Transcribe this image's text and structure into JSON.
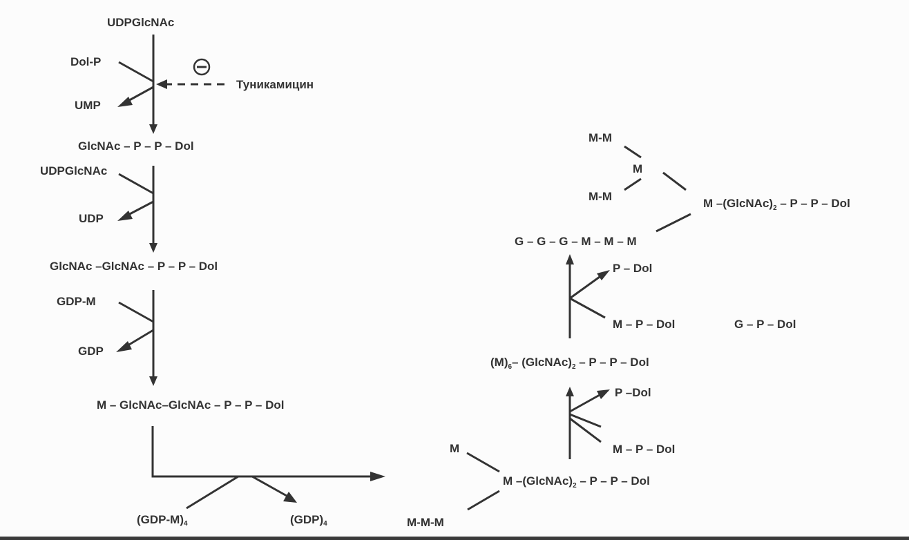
{
  "diagram": {
    "title": "Dolichol pathway of N-linked oligosaccharide precursor synthesis",
    "step1": {
      "substrate": "UDPGlcNAc",
      "cosubstrate": "Dol-P",
      "released": "UMP",
      "inhibitor": "Туникамицин",
      "inhibition_symbol": "−",
      "product": "GlcNAc – P – P – Dol"
    },
    "step2": {
      "cosubstrate": "UDPGlcNAc",
      "released": "UDP",
      "product": "GlcNAc –GlcNAc – P – P – Dol"
    },
    "step3": {
      "cosubstrate": "GDP-M",
      "released": "GDP",
      "product": "M – GlcNAc–GlcNAc – P – P – Dol"
    },
    "step4": {
      "cosubstrate_main": "(GDP-M)",
      "cosubstrate_sub": "4",
      "released_main": "(GDP)",
      "released_sub": "4",
      "product": {
        "branch_top": "M",
        "branch_bottom": "M-M-M",
        "core_prefix": "M –(GlcNAc)",
        "core_sub": "2",
        "core_suffix": " – P – P – Dol"
      }
    },
    "step5": {
      "cosubstrate": "M – P – Dol",
      "released": "P –Dol",
      "product": {
        "prefix": "(M)",
        "prefix_sub": "6",
        "middle": "– (GlcNAc)",
        "middle_sub": "2",
        "suffix": " – P – P – Dol"
      }
    },
    "step6": {
      "cosubstrate": "M – P – Dol",
      "cosubstrate_extra": "G – P – Dol",
      "released": "P – Dol",
      "product": {
        "branch_upper": "M-M",
        "branch_lower": "M-M",
        "branch_node": "M",
        "chain": "G – G – G – M – M – M",
        "core_prefix": "M –(GlcNAc)",
        "core_sub": "2",
        "core_suffix": " – P – P – Dol"
      }
    }
  }
}
